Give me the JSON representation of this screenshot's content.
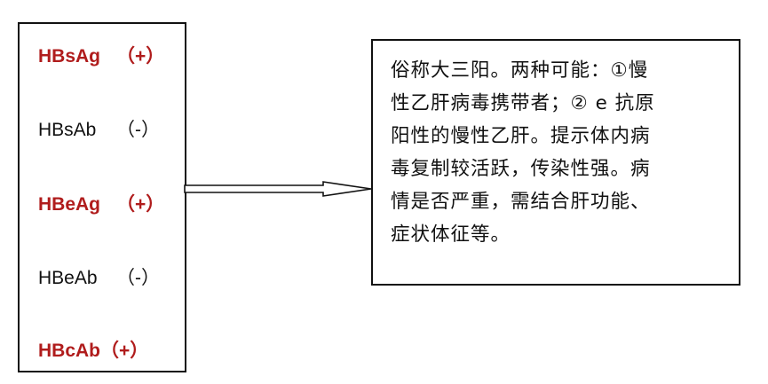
{
  "markers": [
    {
      "name": "HBsAg",
      "result": "（+）",
      "positive": true
    },
    {
      "name": "HBsAb",
      "result": "（-）",
      "positive": false
    },
    {
      "name": "HBeAg",
      "result": "（+）",
      "positive": true
    },
    {
      "name": "HBeAb",
      "result": "（-）",
      "positive": false
    },
    {
      "name": "HBcAb",
      "result": "（+）",
      "positive": true
    }
  ],
  "explanation": {
    "lines": [
      "俗称大三阳。两种可能：①慢",
      "性乙肝病毒携带者；② e 抗原",
      "阳性的慢性乙肝。提示体内病",
      "毒复制较活跃，传染性强。病",
      "情是否严重，需结合肝功能、",
      "症状体征等。"
    ]
  },
  "colors": {
    "positive": "#b01c1c",
    "negative": "#111111"
  }
}
